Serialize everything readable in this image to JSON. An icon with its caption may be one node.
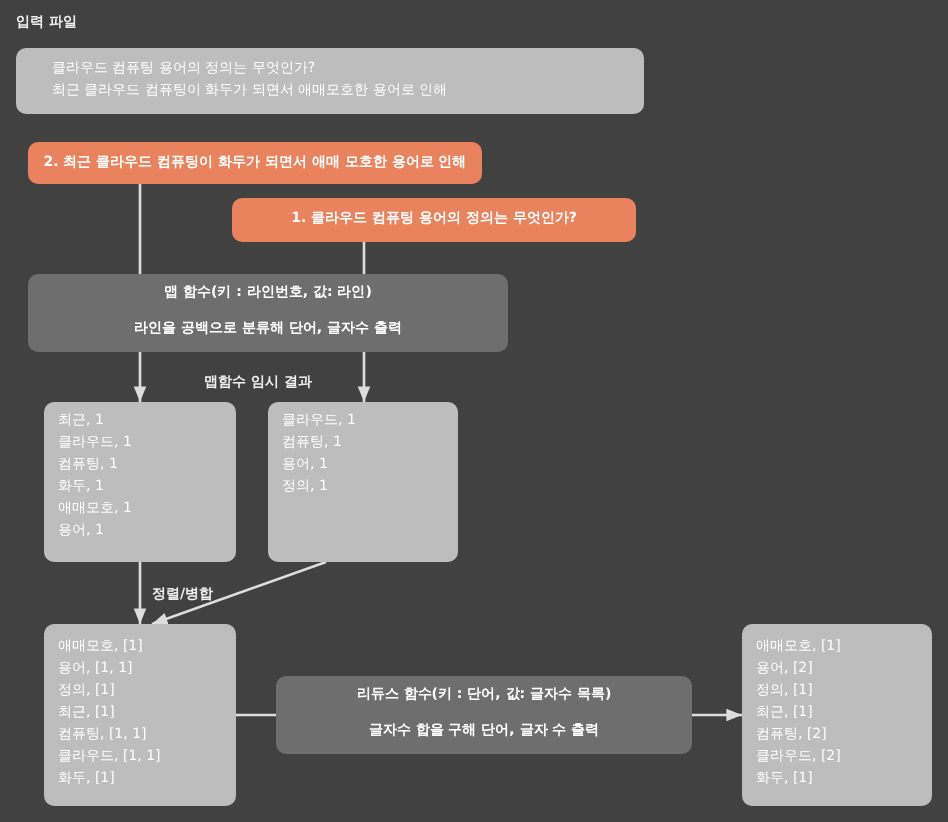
{
  "diagram": {
    "title": "입력 파일",
    "nodes": [
      {
        "text": [
          "클라우드 컴퓨팅 용어의 정의는 무엇인가?",
          "최근 클라우드 컴퓨팅이 화두가 되면서 애매모호한 용어로 인해"
        ]
      },
      {
        "text": [
          "2. 최근 클라우드 컴퓨팅이 화두가 되면서 애매 모호한 용어로 인해"
        ]
      },
      {
        "text": [
          "1. 클라우드 컴퓨팅 용어의 정의는 무엇인가?"
        ]
      },
      {
        "text": [
          "맵 함수(키 : 라인번호, 값: 라인)",
          "라인을 공백으로 분류해 단어, 글자수 출력"
        ]
      },
      {
        "text": [
          "최근, 1",
          "클라우드, 1",
          "컴퓨팅, 1",
          "화두, 1",
          "애매모호, 1",
          "용어, 1"
        ]
      },
      {
        "text": [
          "클라우드, 1",
          "컴퓨팅, 1",
          "용어, 1",
          "정의, 1"
        ]
      },
      {
        "text": [
          "애매모호, [1]",
          "용어, [1, 1]",
          "정의, [1]",
          "최근, [1]",
          "컴퓨팅, [1, 1]",
          "클라우드, [1, 1]",
          "화두, [1]"
        ]
      },
      {
        "text": [
          "리듀스 함수(키 : 단어, 값: 글자수 목록)",
          "글자수 합을 구해 단어, 글자 수 출력"
        ]
      },
      {
        "text": [
          "애매모호, [1]",
          "용어, [2]",
          "정의, [1]",
          "최근, [1]",
          "컴퓨팅, [2]",
          "클라우드, [2]",
          "화두, [1]"
        ]
      }
    ],
    "edges": [
      {
        "from": 1,
        "to": 3,
        "arrow": "none"
      },
      {
        "from": 2,
        "to": 3,
        "arrow": "none"
      },
      {
        "from": 3,
        "to": 4,
        "arrow": "to"
      },
      {
        "from": 3,
        "to": 5,
        "arrow": "to"
      },
      {
        "from": 4,
        "to": 6,
        "arrow": "to",
        "label": "정렬/병합"
      },
      {
        "from": 5,
        "to": 6,
        "arrow": "to"
      },
      {
        "from": 6,
        "to": 7,
        "arrow": "none"
      },
      {
        "from": 7,
        "to": 8,
        "arrow": "to"
      }
    ],
    "labels": [
      "맵함수 임시 결과"
    ]
  }
}
